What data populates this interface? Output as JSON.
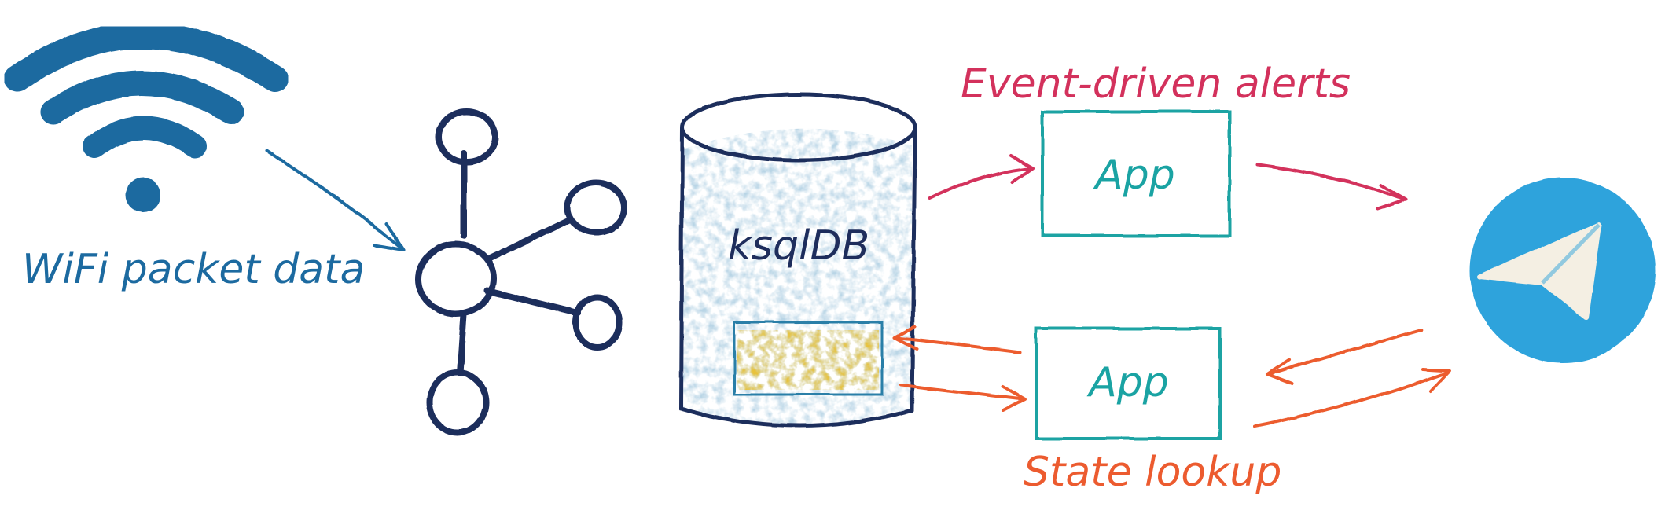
{
  "labels": {
    "wifi_source": "WiFi packet data",
    "database": "ksqlDB",
    "alerts_flow": "Event-driven alerts",
    "lookup_flow": "State lookup",
    "app_top": "App",
    "app_bottom": "App"
  },
  "icons": {
    "source": "wifi-icon",
    "broker": "kafka-icon",
    "store": "database-cylinder-icon",
    "destination": "telegram-icon"
  },
  "colors": {
    "wifi_blue": "#1c6aa0",
    "kafka_navy": "#1e2d5c",
    "db_fill": "#b9d5e6",
    "table_fill": "#e9c23a",
    "app_teal": "#1aa3a3",
    "alerts_red": "#d3315c",
    "lookup_orange": "#ec5b2f",
    "telegram_blue": "#2ea3dc"
  }
}
